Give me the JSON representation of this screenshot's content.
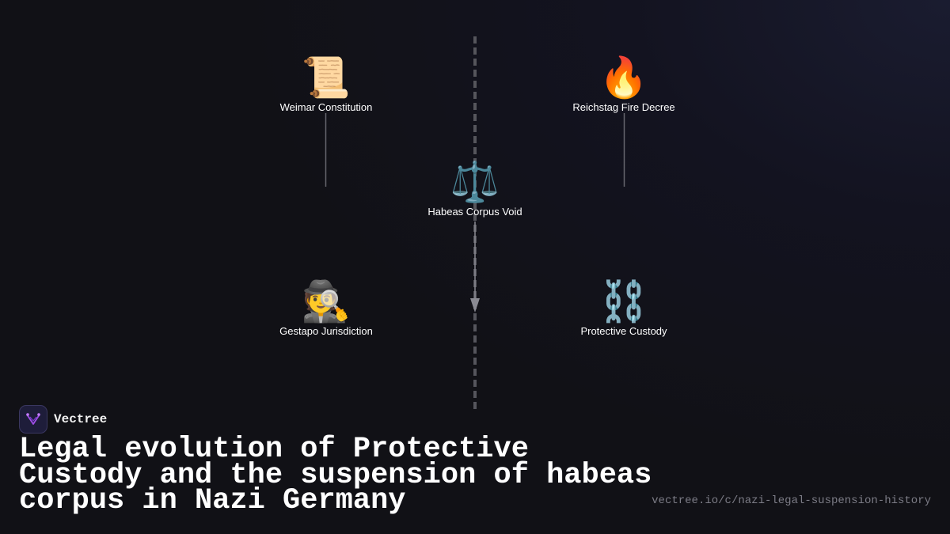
{
  "diagram": {
    "nodes": [
      {
        "id": "weimar",
        "icon": "scroll-icon",
        "emoji": "📜",
        "label": "Weimar Constitution"
      },
      {
        "id": "reichstag",
        "icon": "fire-icon",
        "emoji": "🔥",
        "label": "Reichstag Fire Decree"
      },
      {
        "id": "habeas",
        "icon": "balance-scale-icon",
        "emoji": "⚖️",
        "label": "Habeas Corpus Void"
      },
      {
        "id": "gestapo",
        "icon": "detective-icon",
        "emoji": "🕵️",
        "label": "Gestapo Jurisdiction"
      },
      {
        "id": "custody",
        "icon": "chains-icon",
        "emoji": "⛓️",
        "label": "Protective Custody"
      }
    ],
    "edges": [
      {
        "from": "weimar",
        "to": "gestapo",
        "arrow": false
      },
      {
        "from": "reichstag",
        "to": "custody",
        "arrow": false
      },
      {
        "from": "habeas",
        "to": "below",
        "arrow": true
      }
    ]
  },
  "brand": {
    "name": "Vectree",
    "icon": "vectree-logo-icon",
    "accent": "#a04ee8"
  },
  "title": "Legal evolution of Protective Custody and the suspension of habeas corpus in Nazi Germany",
  "url": "vectree.io/c/nazi-legal-suspension-history"
}
